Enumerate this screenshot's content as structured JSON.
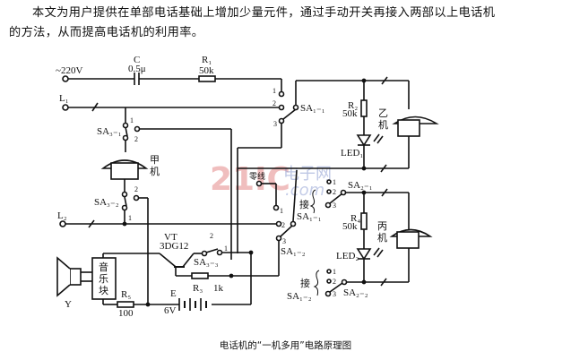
{
  "intro": {
    "line1": "本文为用户提供在单部电话基础上增加少量元件，通过手动开关再接入两部以上电话机",
    "line2": "的方法，从而提高电话机的利用率。"
  },
  "caption": "电话机的“一机多用”电路原理图",
  "watermark": {
    "brand": "21IC",
    "cn": "电子网",
    "domain": ".com"
  },
  "labels": {
    "ac_source": "~220V",
    "capacitor_name": "C",
    "capacitor_value": "0.5μ",
    "r1_name": "R₁",
    "r1_value": "50k",
    "r2_name": "R₂",
    "r2_value": "50k",
    "r3_name": "R₃",
    "r3_value": "1k",
    "r4_name": "R₄",
    "r4_value": "50k",
    "r5_name": "R₅",
    "r5_value": "100",
    "line_l1": "L₁",
    "line_l2": "L₂",
    "sa1_1": "SA₁₋₁",
    "sa1_2": "SA₁₋₂",
    "sa2_1": "SA₂₋₁",
    "sa2_2": "SA₂₋₂",
    "sa3_1": "SA₃₋₁",
    "sa3_2": "SA₃₋₂",
    "sa3_3": "SA₃₋₃",
    "led1": "LED₁",
    "led2": "LED₂",
    "phone_a": [
      "甲",
      "机"
    ],
    "phone_b": [
      "乙",
      "机"
    ],
    "phone_c": [
      "丙",
      "机"
    ],
    "neutral": "零线",
    "connect": "接",
    "transistor_name": "VT",
    "transistor_model": "3DG12",
    "battery_name": "E",
    "battery_value": "6V",
    "music_block": [
      "音",
      "乐",
      "块"
    ],
    "speaker": "Y",
    "pin1": "1",
    "pin2": "2",
    "pin3": "3"
  }
}
